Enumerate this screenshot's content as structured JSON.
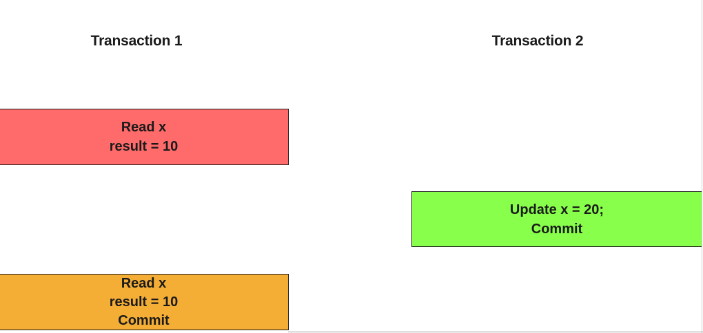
{
  "diagram": {
    "lanes": [
      {
        "title": "Transaction 1"
      },
      {
        "title": "Transaction 2"
      }
    ],
    "steps": {
      "t1_read": {
        "lines": [
          "Read x",
          "result  = 10"
        ],
        "fill": "#ff6a6a"
      },
      "t2_update": {
        "lines": [
          "Update x = 20;",
          "Commit"
        ],
        "fill": "#88ff4a"
      },
      "t1_read_commit": {
        "lines": [
          "Read x",
          "result  = 10",
          "Commit"
        ],
        "fill": "#f5ae35"
      }
    }
  }
}
